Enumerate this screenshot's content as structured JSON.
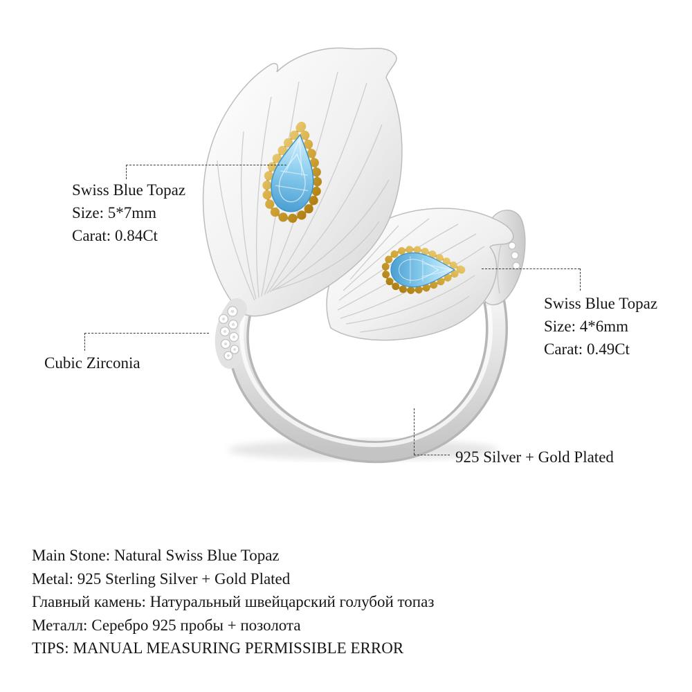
{
  "callouts": {
    "topaz_left": {
      "title": "Swiss Blue Topaz",
      "size": "Size: 5*7mm",
      "carat": "Carat: 0.84Ct"
    },
    "topaz_right": {
      "title": "Swiss Blue Topaz",
      "size": "Size: 4*6mm",
      "carat": "Carat: 0.49Ct"
    },
    "cubic_zirconia": {
      "label": "Cubic Zirconia"
    },
    "metal": {
      "label": "925 Silver + Gold Plated"
    }
  },
  "specs": [
    "Main Stone: Natural Swiss Blue Topaz",
    "Metal: 925 Sterling Silver + Gold Plated",
    "Главный камень: Натуральный швейцарский голубой топаз",
    "Металл: Серебро 925 пробы + позолота",
    "TIPS: MANUAL MEASURING PERMISSIBLE ERROR"
  ],
  "colors": {
    "topaz_blue": "#8fd0f0",
    "gold": "#d4a93c",
    "silver": "#dedede",
    "annotation": "#3a3a3a"
  }
}
